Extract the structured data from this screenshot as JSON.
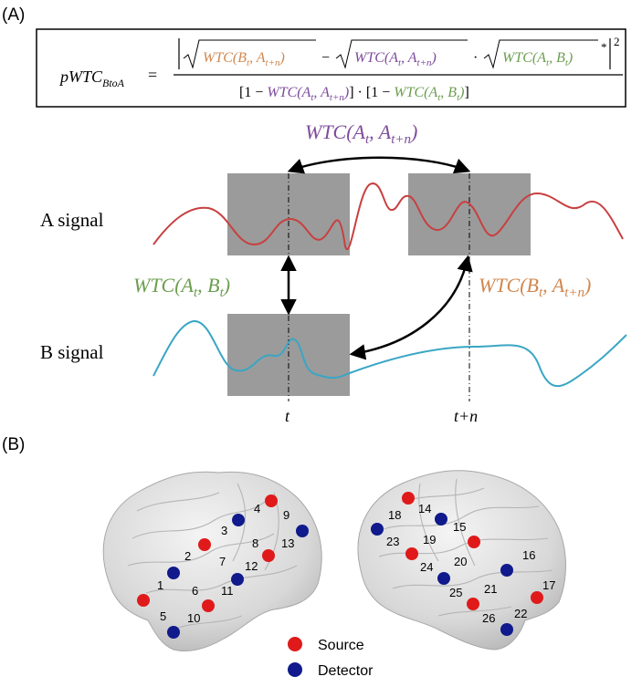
{
  "panels": {
    "a_label": "(A)",
    "b_label": "(B)"
  },
  "formula": {
    "lhs": "pWTC",
    "lhs_sub": "BtoA",
    "equals": "=",
    "numerator_term1": "WTC(B",
    "numerator_term2": "WTC(A",
    "numerator_term3": "WTC(A",
    "minus": "−",
    "dot": "·",
    "conj": "*",
    "power": "2",
    "denominator": "[1 − WTC(A, A)] · [1 − WTC(A, B)]"
  },
  "labels": {
    "a_signal": "A signal",
    "b_signal": "B signal",
    "wtc_a_an": "WTC(A",
    "wtc_a_b": "WTC(A",
    "wtc_b_an": "WTC(B",
    "t": "t",
    "tn": "t+n"
  },
  "colors": {
    "orange": "#d1874e",
    "purple": "#7d4b9c",
    "green": "#6b9e4f",
    "signal_a": "#c84040",
    "signal_b": "#3aa6c4",
    "box": "#9b9b9b",
    "source": "#e01a1a",
    "detector": "#101a8c"
  },
  "brain": {
    "left_channels": [
      "1",
      "2",
      "3",
      "4",
      "5",
      "6",
      "7",
      "8",
      "9",
      "10",
      "11",
      "12",
      "13"
    ],
    "right_channels": [
      "14",
      "15",
      "16",
      "17",
      "18",
      "19",
      "20",
      "21",
      "22",
      "23",
      "24",
      "25",
      "26"
    ]
  },
  "legend": {
    "source": "Source",
    "detector": "Detector"
  }
}
